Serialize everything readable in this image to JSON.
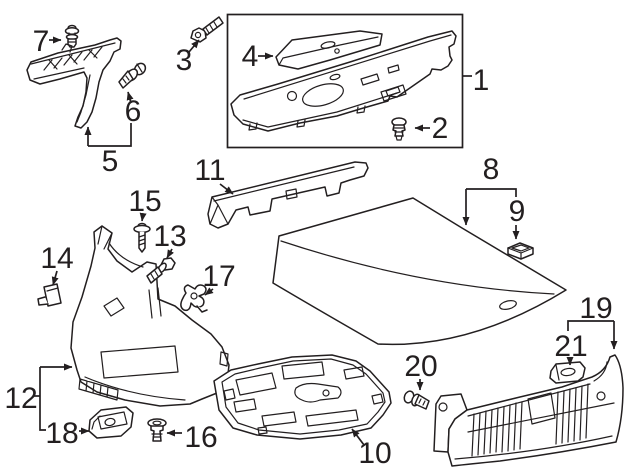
{
  "diagram": {
    "kind": "exploded-parts-diagram",
    "colors": {
      "background": "#ffffff",
      "line": "#231f20"
    }
  },
  "callouts": {
    "c1": "1",
    "c2": "2",
    "c3": "3",
    "c4": "4",
    "c5": "5",
    "c6": "6",
    "c7": "7",
    "c8": "8",
    "c9": "9",
    "c10": "10",
    "c11": "11",
    "c12": "12",
    "c13": "13",
    "c14": "14",
    "c15": "15",
    "c16": "16",
    "c17": "17",
    "c18": "18",
    "c19": "19",
    "c20": "20",
    "c21": "21"
  }
}
